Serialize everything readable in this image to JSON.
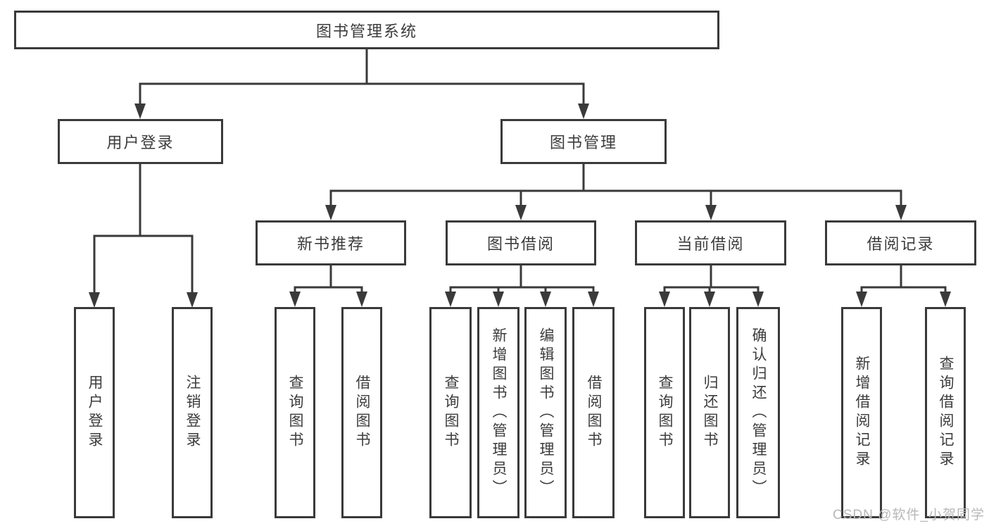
{
  "diagram": {
    "type": "hierarchy-tree",
    "root": {
      "label": "图书管理系统"
    },
    "level2": [
      {
        "label": "用户登录"
      },
      {
        "label": "图书管理"
      }
    ],
    "level3": [
      {
        "label": "新书推荐"
      },
      {
        "label": "图书借阅"
      },
      {
        "label": "当前借阅"
      },
      {
        "label": "借阅记录"
      }
    ],
    "leaves_login": [
      {
        "label": "用户登录"
      },
      {
        "label": "注销登录"
      }
    ],
    "leaves_new_book": [
      {
        "label": "查询图书"
      },
      {
        "label": "借阅图书"
      }
    ],
    "leaves_book_borrow": [
      {
        "label": "查询图书"
      },
      {
        "label": "新增图书（管理员）"
      },
      {
        "label": "编辑图书（管理员）"
      },
      {
        "label": "借阅图书"
      }
    ],
    "leaves_current_borrow": [
      {
        "label": "查询图书"
      },
      {
        "label": "归还图书"
      },
      {
        "label": "确认归还（管理员）"
      }
    ],
    "leaves_borrow_record": [
      {
        "label": "新增借阅记录"
      },
      {
        "label": "查询借阅记录"
      }
    ],
    "watermark": "CSDN @软件_小贺同学",
    "colors": {
      "line": "#3a3a3a",
      "text": "#3c3c3c",
      "watermark": "#b8b8b8",
      "background": "#ffffff"
    }
  }
}
